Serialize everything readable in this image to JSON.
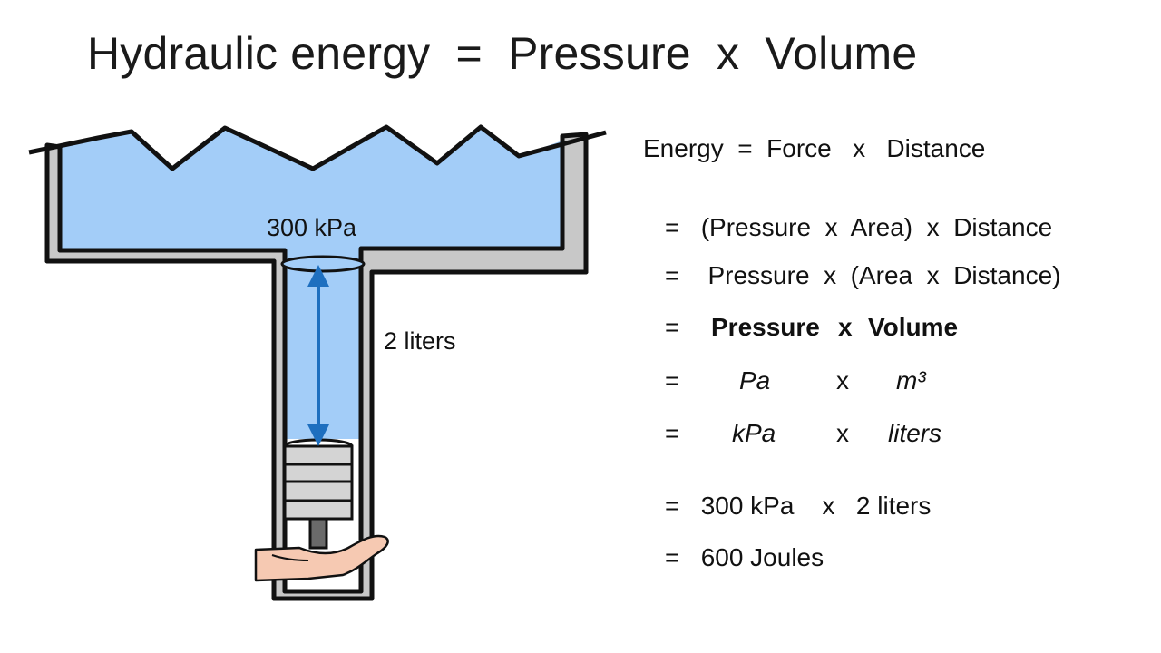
{
  "title": "Hydraulic energy  =  Pressure  x  Volume",
  "diagram": {
    "pressure_label": "300 kPa",
    "volume_label": "2 liters",
    "icons": [
      "water-tank",
      "piston",
      "hand",
      "double-arrow"
    ]
  },
  "equations": {
    "line1": "Energy  =  Force   x   Distance",
    "line2": "=   (Pressure  x  Area)  x  Distance",
    "line3": "=    Pressure  x  (Area  x  Distance)",
    "line4_eq": "=",
    "line4_a": "Pressure",
    "line4_x": "x",
    "line4_b": "Volume",
    "line5_eq": "=",
    "line5_a": "Pa",
    "line5_x": "x",
    "line5_b": "m³",
    "line6_eq": "=",
    "line6_a": "kPa",
    "line6_x": "x",
    "line6_b": "liters",
    "line7": "=   300 kPa    x   2 liters",
    "line8": "=   600 Joules"
  },
  "colors": {
    "water": "#a3cdf8",
    "wall": "#c8c8c8",
    "arrow": "#1e6fbf",
    "skin": "#f6c9b2"
  }
}
